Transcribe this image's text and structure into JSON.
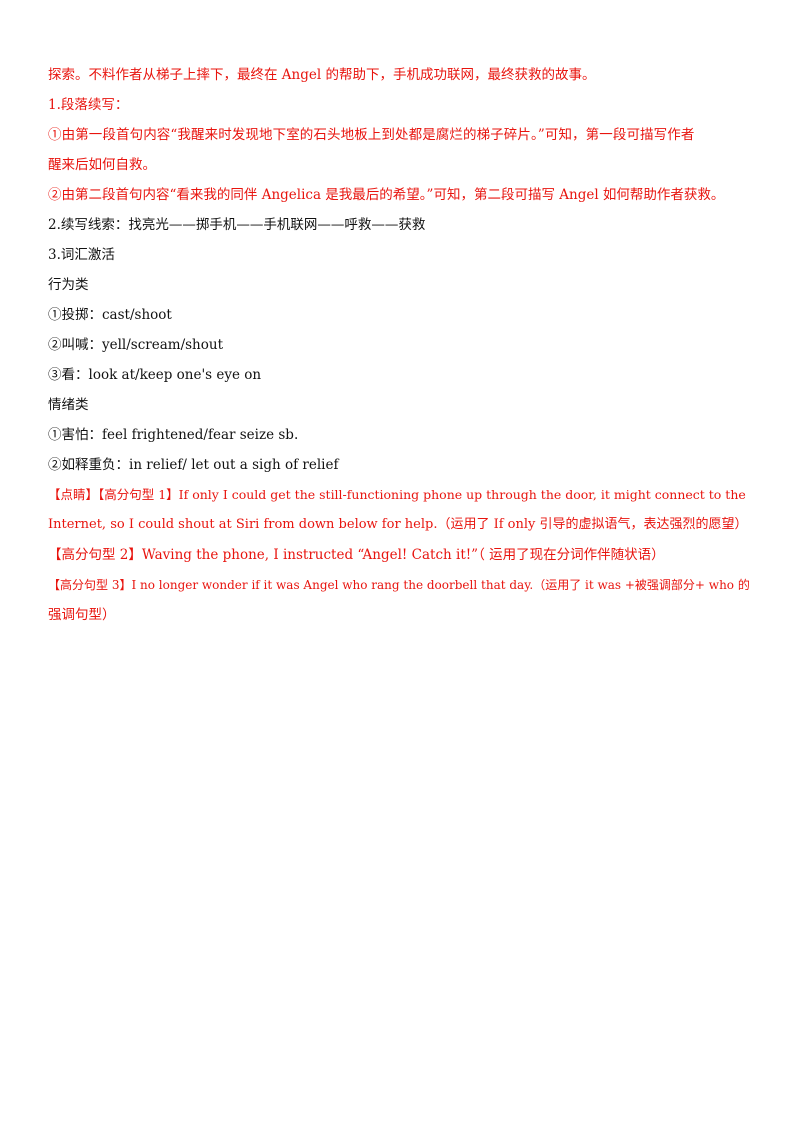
{
  "lines": {
    "intro": "探索。不料作者从梯子上摔下，最终在 Angel 的帮助下，手机成功联网，最终获救的故事。",
    "s1_heading": "1.段落续写：",
    "s1_item1_a": "①由第一段首句内容“我醒来时发现地下室的石头地板上到处都是腐烂的梯子碎片。”可知，第一段可描写作者",
    "s1_item1_b": "醒来后如何自救。",
    "s1_item2": "②由第二段首句内容“看来我的同伴 Angelica 是我最后的希望。”可知，第二段可描写 Angel 如何帮助作者获救。",
    "s2_heading": "2.续写线索：找亮光——掷手机——手机联网——呼救——获救",
    "s3_heading": "3.词汇激活",
    "cat_action": "行为类",
    "act_1": "①投掷：cast/shoot",
    "act_2": "②叫喊：yell/scream/shout",
    "act_3": "③看：look at/keep one's eye on",
    "cat_emotion": "情绪类",
    "emo_1": "①害怕：feel frightened/fear seize sb.",
    "emo_2": "②如释重负：in relief/ let out a sigh of relief",
    "hl1_a": "【点睛】【高分句型 1】If only I could get the still-functioning phone up through the door, it might connect to the",
    "hl1_b": "Internet, so I could shout at Siri from down below for help.（运用了 If only 引导的虚拟语气，表达强烈的愿望）",
    "hl2": "【高分句型 2】Waving the phone, I instructed “Angel! Catch it!”（ 运用了现在分词作伴随状语）",
    "hl3_a": "【高分句型 3】I no longer wonder if it was Angel who rang the doorbell that day.（运用了 it was +被强调部分+ who 的",
    "hl3_b": "强调句型）"
  },
  "colors": {
    "text_red": "#e8140e",
    "text_black": "#111111"
  }
}
